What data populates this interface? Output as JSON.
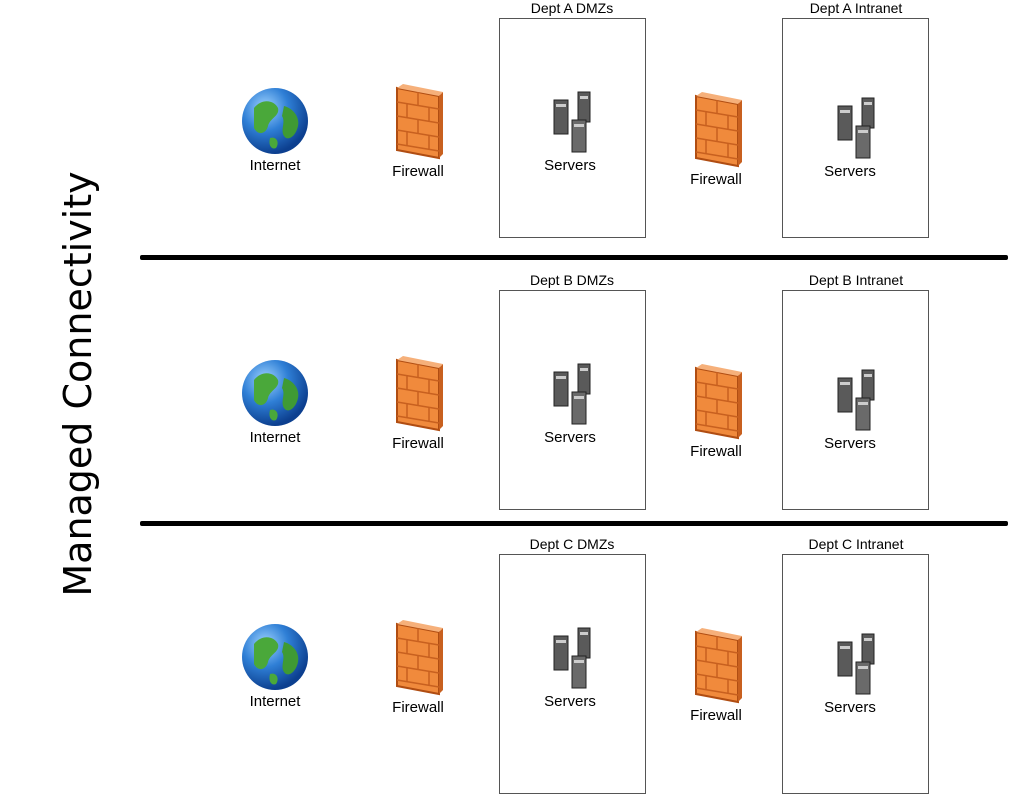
{
  "title": "Managed Connectivity",
  "icon_names": {
    "internet": "globe-icon",
    "firewall": "brick-firewall-icon",
    "servers": "server-cluster-icon"
  },
  "colors": {
    "globe_ocean": "#2f7fd6",
    "globe_land": "#4aa83a",
    "firewall": "#f08a3c",
    "server": "#5a5a5a"
  },
  "rows": [
    {
      "internet": "Internet",
      "firewall_1": "Firewall",
      "dmz_label": "Dept A DMZs",
      "dmz_servers": "Servers",
      "firewall_2": "Firewall",
      "intranet_label": "Dept A Intranet",
      "intranet_servers": "Servers"
    },
    {
      "internet": "Internet",
      "firewall_1": "Firewall",
      "dmz_label": "Dept B DMZs",
      "dmz_servers": "Servers",
      "firewall_2": "Firewall",
      "intranet_label": "Dept B Intranet",
      "intranet_servers": "Servers"
    },
    {
      "internet": "Internet",
      "firewall_1": "Firewall",
      "dmz_label": "Dept C DMZs",
      "dmz_servers": "Servers",
      "firewall_2": "Firewall",
      "intranet_label": "Dept C Intranet",
      "intranet_servers": "Servers"
    }
  ]
}
